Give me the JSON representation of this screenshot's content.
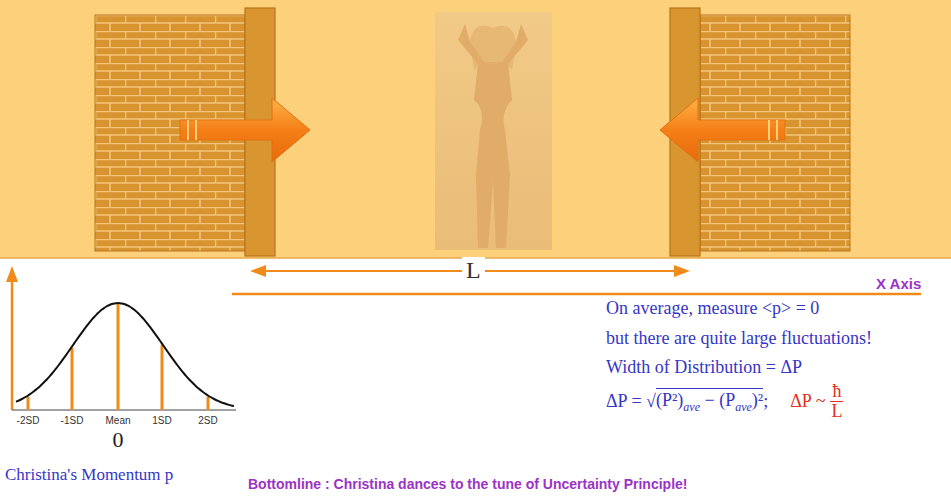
{
  "diagram": {
    "labels": [
      "L",
      "X Axis",
      "On average, measure <p> = 0",
      "but there are quite large fluctuations!",
      "Width of Distribution = ΔP",
      "ΔP = √",
      "(P²)",
      "ave",
      " − (P",
      "ave",
      ")²",
      ";",
      "ΔP ~",
      "ħ",
      "L",
      "-2SD",
      "-1SD",
      "Mean",
      "1SD",
      "2SD",
      "0",
      "Christina's Momentum p",
      "Bottomline : Christina dances to the tune of Uncertainty Principle!"
    ]
  }
}
